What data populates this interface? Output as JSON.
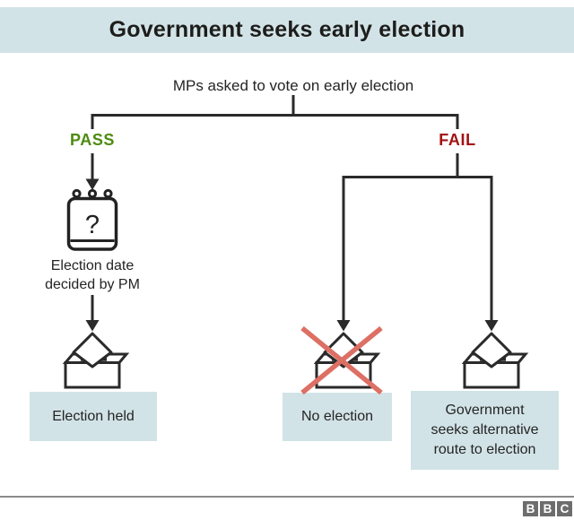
{
  "header": {
    "title": "Government seeks early election",
    "background_color": "#d2e3e7"
  },
  "flow": {
    "root_question": "MPs asked to vote on early election",
    "branches": {
      "pass": {
        "label": "PASS",
        "color": "#4d8b0f",
        "calendar_caption": "Election date\ndecided by PM",
        "outcome": "Election held"
      },
      "fail": {
        "label": "FAIL",
        "color": "#a11212",
        "outcomes": {
          "no_election": "No election",
          "alternative": "Government\nseeks alternative\nroute to election"
        }
      }
    }
  },
  "icons": {
    "calendar_question_mark": "?",
    "calendar": "calendar-with-question-mark",
    "ballot_box": "ballot-paper-into-ballot-box",
    "cross": "red-cross-out"
  },
  "colors": {
    "line": "#2a2a2a",
    "outcome_box_bg": "#d2e3e7",
    "cross_red": "#dd6f64",
    "bbc_gray": "#6d6d6d"
  },
  "footer": {
    "logo_letters": [
      "B",
      "B",
      "C"
    ]
  }
}
